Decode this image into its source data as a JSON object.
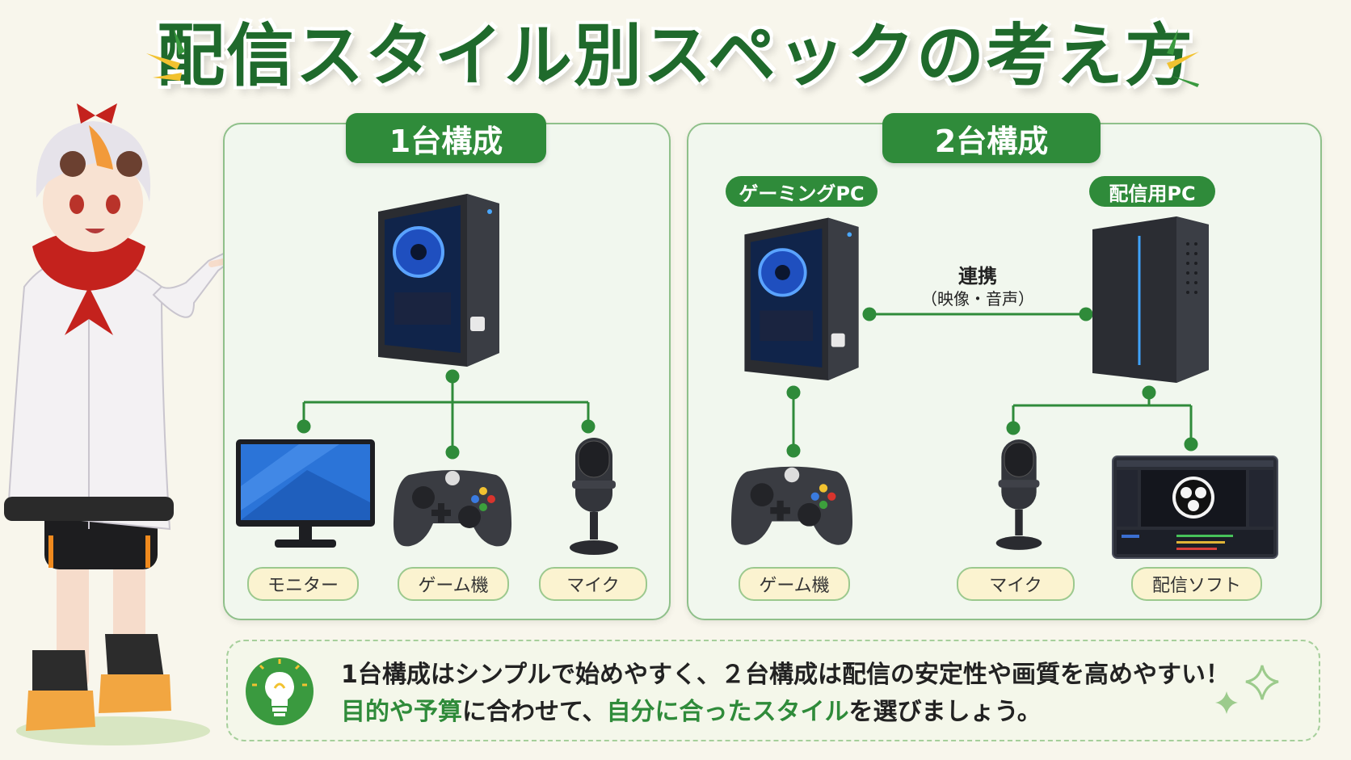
{
  "title": "配信スタイル別スペックの考え方",
  "single": {
    "header": "1台構成",
    "devices": {
      "monitor": "モニター",
      "console": "ゲーム機",
      "mic": "マイク"
    }
  },
  "dual": {
    "header": "2台構成",
    "gaming_pc": "ゲーミングPC",
    "stream_pc": "配信用PC",
    "link": {
      "label": "連携",
      "detail": "（映像・音声）"
    },
    "devices": {
      "console": "ゲーム機",
      "mic": "マイク",
      "software": "配信ソフト"
    }
  },
  "tip": {
    "line1": "1台構成はシンプルで始めやすく、２台構成は配信の安定性や画質を高めやすい！",
    "line2": [
      {
        "text": "目的や予算",
        "highlight": true
      },
      {
        "text": "に合わせて、",
        "highlight": false
      },
      {
        "text": "自分に合ったスタイル",
        "highlight": true
      },
      {
        "text": "を選びましょう。",
        "highlight": false
      }
    ]
  },
  "colors": {
    "accent": "#2f8b3a",
    "title": "#1f6a2c",
    "pill_bg": "#fbf3d0",
    "spark_yellow": "#f2c230"
  },
  "icons": [
    "pc-tower-icon",
    "monitor-icon",
    "gamepad-icon",
    "microphone-icon",
    "obs-software-icon",
    "lightbulb-icon",
    "sparkle-icon"
  ]
}
